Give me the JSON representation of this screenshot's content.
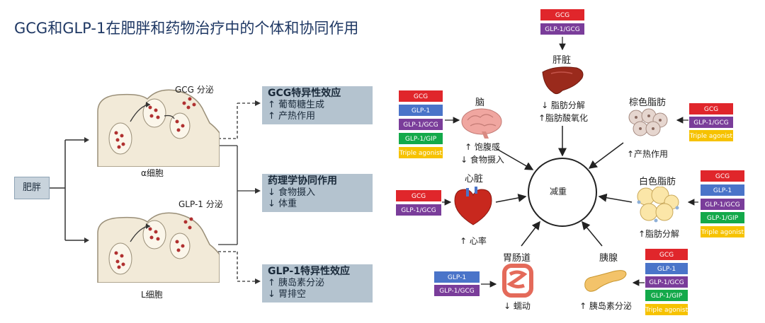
{
  "title": "GCG和GLP-1在肥胖和药物治疗中的个体和协同作用",
  "left": {
    "obesity": "肥胖",
    "alpha_cell": {
      "secretion": "GCG 分泌",
      "name": "α细胞"
    },
    "l_cell": {
      "secretion": "GLP-1 分泌",
      "name": "L细胞"
    },
    "effects": [
      {
        "heading": "GCG特异性效应",
        "lines": [
          "↑ 葡萄糖生成",
          "↑ 产热作用"
        ]
      },
      {
        "heading": "药理学协同作用",
        "lines": [
          "↓ 食物摄入",
          "↓ 体重"
        ]
      },
      {
        "heading": "GLP-1特异性效应",
        "lines": [
          "↑ 胰岛素分泌",
          "↓  胃排空"
        ]
      }
    ]
  },
  "right": {
    "center": "减重",
    "tags": {
      "gcg": "GCG",
      "glp1": "GLP-1",
      "dual": "GLP-1/GCG",
      "gip": "GLP-1/GIP",
      "triple": "Triple agonist"
    },
    "organs": {
      "liver": {
        "name": "肝脏",
        "effects": [
          "↓ 脂肪分解",
          "↑脂肪酸氧化"
        ]
      },
      "brain": {
        "name": "脑",
        "effects": [
          "↑ 饱腹感",
          "↓ 食物摄入"
        ]
      },
      "brown_fat": {
        "name": "棕色脂肪",
        "effects": [
          "↑产热作用"
        ]
      },
      "heart": {
        "name": "心脏",
        "effects": [
          "↑ 心率"
        ]
      },
      "white_fat": {
        "name": "白色脂肪",
        "effects": [
          "↑脂肪分解"
        ]
      },
      "gut": {
        "name": "胃肠道",
        "effects": [
          "↓ 蠕动"
        ]
      },
      "pancreas": {
        "name": "胰腺",
        "effects": [
          "↑ 胰岛素分泌"
        ]
      }
    }
  },
  "colors": {
    "gcg": "#e0262b",
    "glp1": "#4a74c9",
    "dual": "#7a3d9a",
    "gip": "#13a94a",
    "triple": "#f6c200",
    "title": "#1f3864",
    "effect_box": "#b4c3cf"
  }
}
